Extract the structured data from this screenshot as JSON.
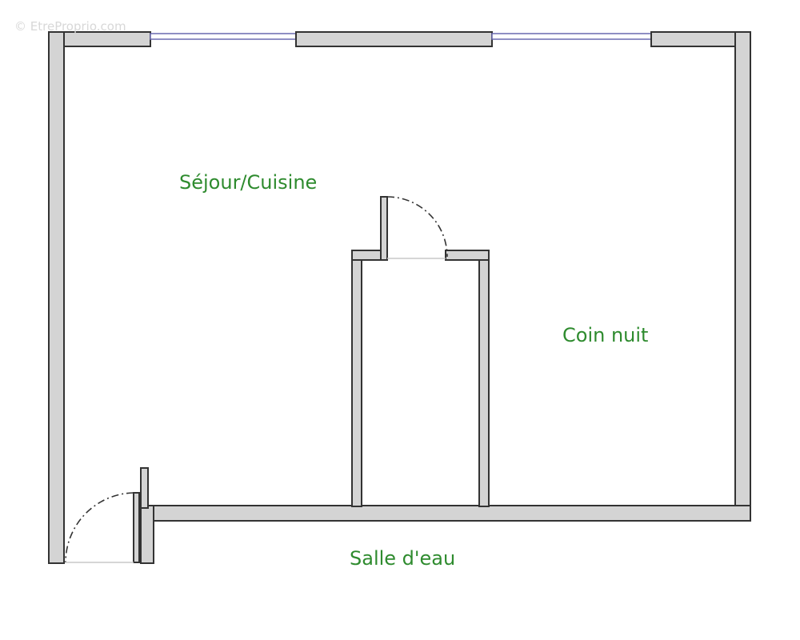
{
  "watermark": "© EtreProprio.com",
  "rooms": {
    "sejour": "Séjour/Cuisine",
    "coin_nuit": "Coin nuit",
    "salle_eau": "Salle d'eau"
  },
  "colors": {
    "wall_fill": "#d4d4d4",
    "wall_stroke": "#333333",
    "label": "#2e8b2e",
    "window": "#6a6ab0",
    "watermark": "#d8d8d8"
  }
}
